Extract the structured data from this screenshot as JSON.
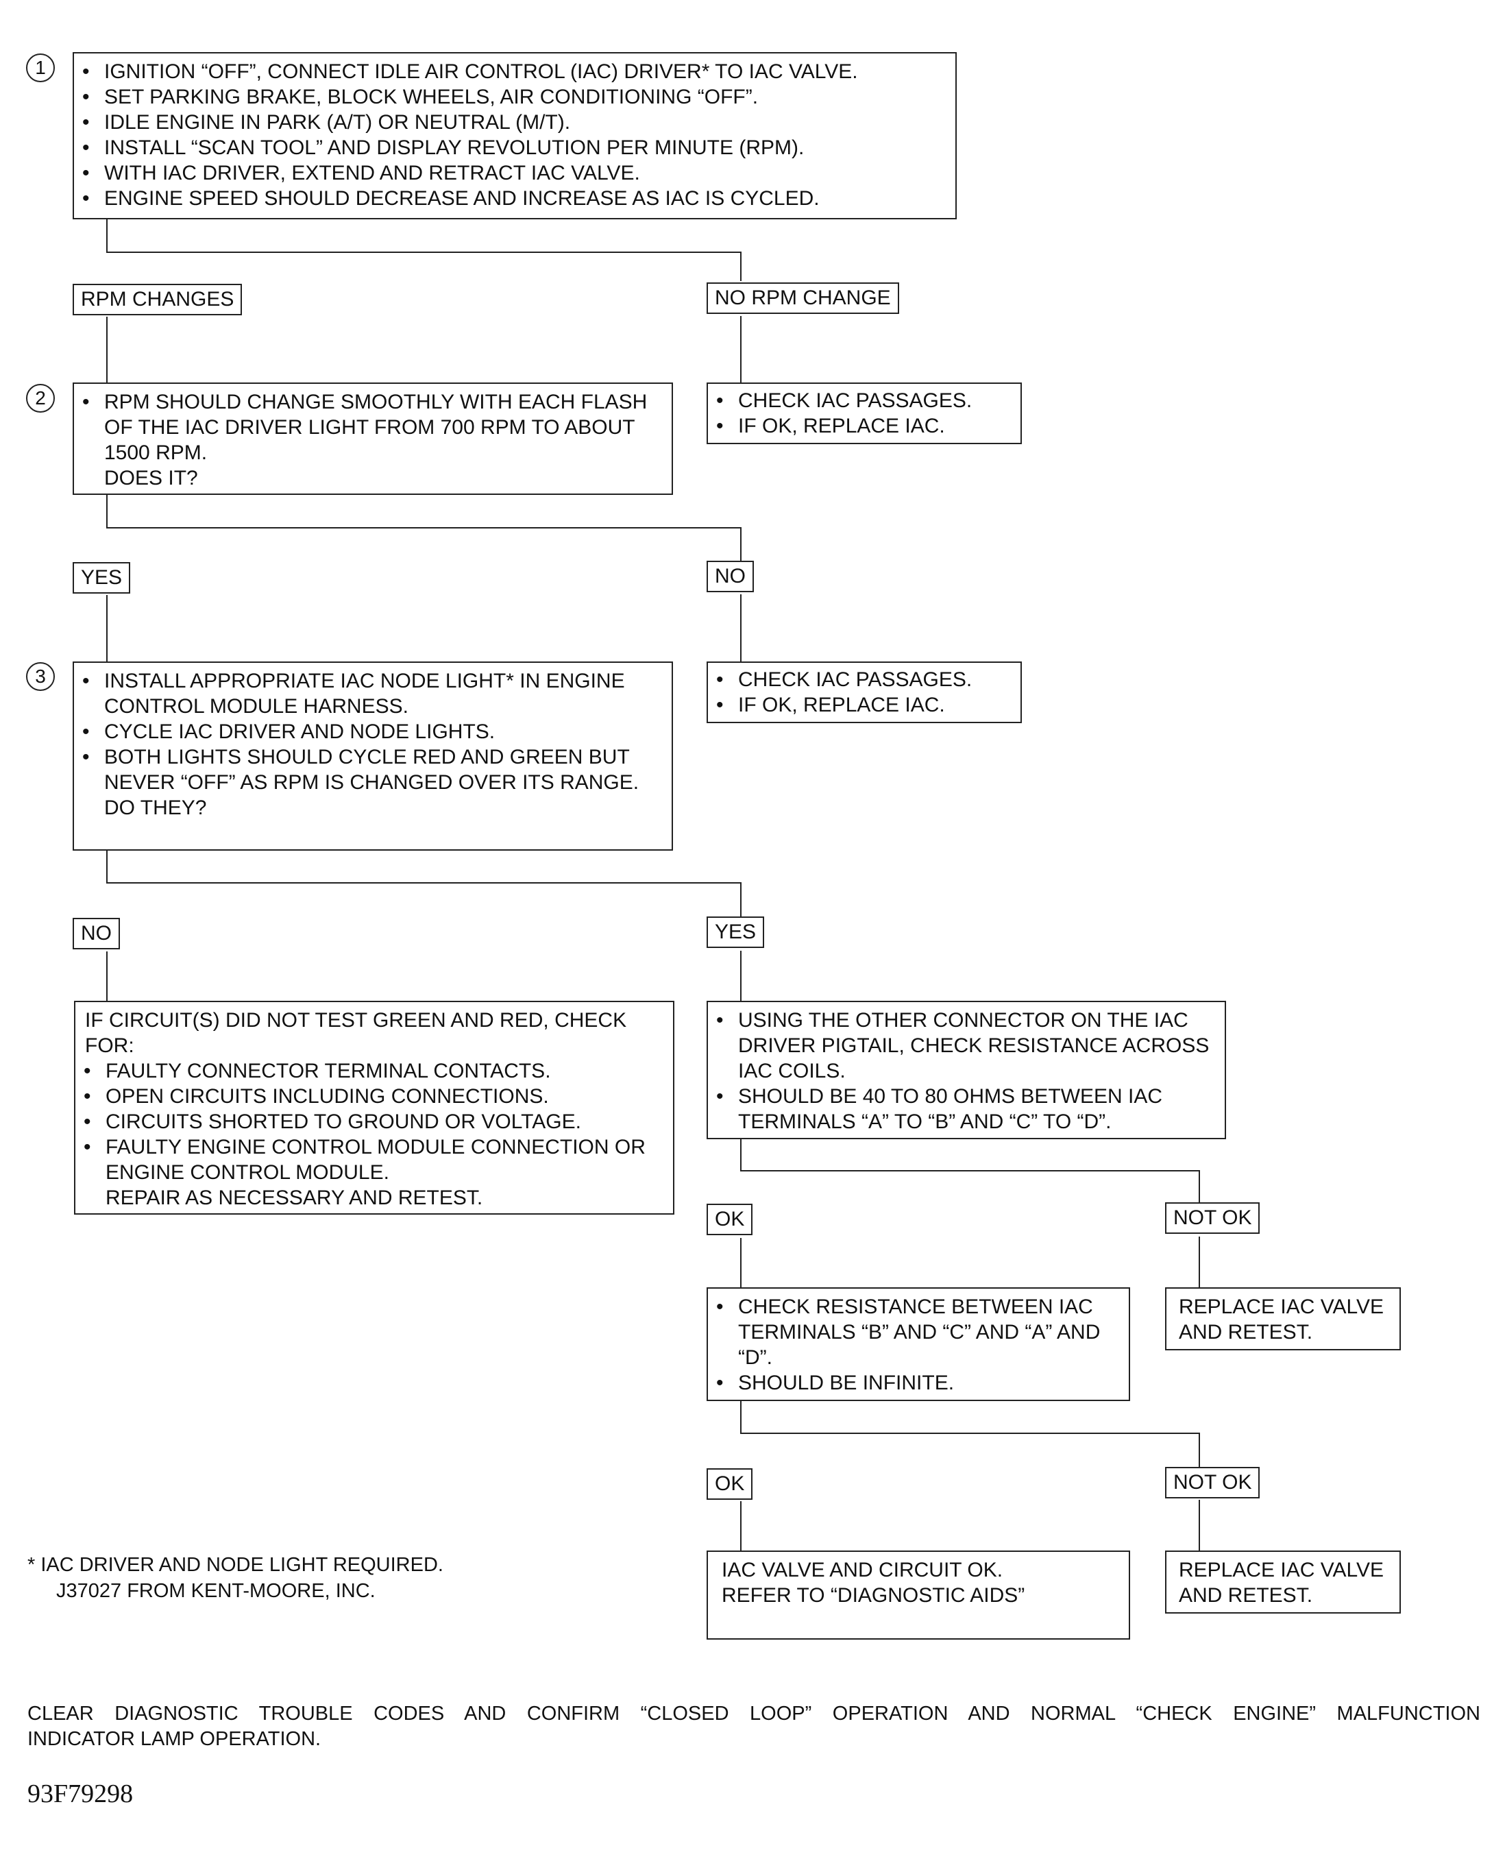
{
  "steps": {
    "s1": {
      "number": "1",
      "items": [
        "IGNITION “OFF”, CONNECT IDLE AIR CONTROL (IAC) DRIVER* TO IAC VALVE.",
        "SET PARKING BRAKE, BLOCK WHEELS, AIR CONDITIONING “OFF”.",
        "IDLE ENGINE IN PARK (A/T) OR NEUTRAL (M/T).",
        "INSTALL “SCAN TOOL” AND DISPLAY REVOLUTION PER MINUTE (RPM).",
        "WITH IAC DRIVER, EXTEND AND RETRACT IAC VALVE.",
        "ENGINE SPEED SHOULD DECREASE AND INCREASE AS IAC IS CYCLED."
      ]
    },
    "s2": {
      "number": "2",
      "items": [
        "RPM SHOULD CHANGE SMOOTHLY WITH EACH FLASH OF THE IAC DRIVER LIGHT FROM 700 RPM TO ABOUT 1500 RPM."
      ],
      "question": "DOES IT?"
    },
    "s3": {
      "number": "3",
      "items": [
        "INSTALL APPROPRIATE IAC NODE LIGHT* IN ENGINE CONTROL MODULE HARNESS.",
        "CYCLE IAC DRIVER AND NODE LIGHTS.",
        "BOTH LIGHTS SHOULD CYCLE RED AND GREEN BUT NEVER “OFF” AS RPM IS CHANGED OVER ITS RANGE."
      ],
      "question": "DO THEY?"
    }
  },
  "labels": {
    "rpm_changes": "RPM CHANGES",
    "no_rpm_change": "NO RPM CHANGE",
    "yes_1": "YES",
    "no_1": "NO",
    "no_2": "NO",
    "yes_2": "YES",
    "ok_1": "OK",
    "not_ok_1": "NOT OK",
    "ok_2": "OK",
    "not_ok_2": "NOT OK"
  },
  "actions": {
    "check_passages_1": [
      "CHECK IAC PASSAGES.",
      "IF OK, REPLACE IAC."
    ],
    "check_passages_2": [
      "CHECK IAC PASSAGES.",
      "IF OK, REPLACE IAC."
    ],
    "circuit_check": {
      "intro": "IF CIRCUIT(S) DID NOT TEST GREEN AND RED, CHECK FOR:",
      "items": [
        "FAULTY CONNECTOR TERMINAL CONTACTS.",
        "OPEN CIRCUITS INCLUDING CONNECTIONS.",
        "CIRCUITS SHORTED TO GROUND OR VOLTAGE.",
        "FAULTY ENGINE CONTROL MODULE CONNECTION OR ENGINE CONTROL MODULE."
      ],
      "tail": "REPAIR AS NECESSARY AND RETEST."
    },
    "resistance_coils": [
      "USING THE OTHER CONNECTOR ON THE IAC DRIVER PIGTAIL, CHECK RESISTANCE ACROSS IAC COILS.",
      "SHOULD BE 40 TO 80 OHMS BETWEEN IAC TERMINALS “A” TO “B” AND “C” TO “D”."
    ],
    "resistance_terminals": [
      "CHECK RESISTANCE BETWEEN IAC TERMINALS “B” AND “C” AND “A” AND “D”.",
      "SHOULD BE INFINITE."
    ],
    "replace_1": "REPLACE IAC VALVE AND RETEST.",
    "replace_2": "REPLACE IAC VALVE AND RETEST.",
    "valve_ok": [
      "IAC VALVE AND CIRCUIT OK.",
      "REFER TO “DIAGNOSTIC AIDS”"
    ]
  },
  "note": [
    "*  IAC DRIVER AND NODE LIGHT REQUIRED.",
    "J37027 FROM KENT-MOORE, INC."
  ],
  "footer": [
    "CLEAR DIAGNOSTIC TROUBLE CODES AND CONFIRM “CLOSED LOOP” OPERATION AND NORMAL “CHECK ENGINE” MALFUNCTION",
    "INDICATOR LAMP OPERATION."
  ],
  "figure_id": "93F79298"
}
